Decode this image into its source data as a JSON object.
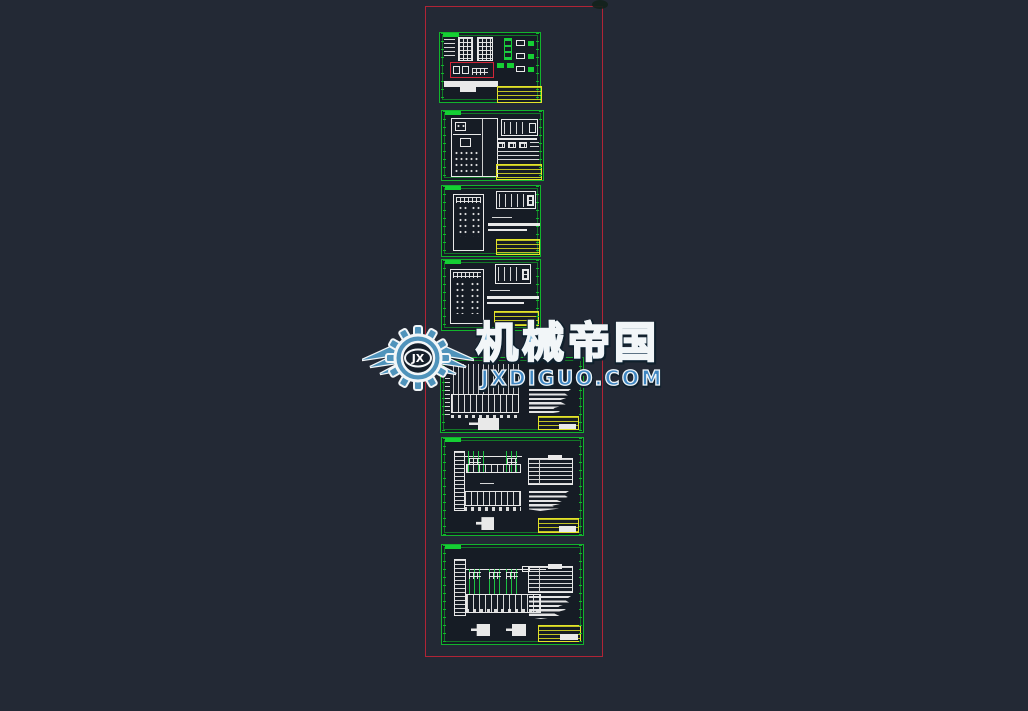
{
  "app": {
    "background_color": "#232935",
    "selection_color": "#b02436",
    "sheet_border_color": "#15cf34",
    "line_color": "#e9e9e9",
    "title_block_color": "#e3e32a",
    "sheet_count": 7
  },
  "watermark": {
    "title": "机械帝国",
    "domain": "JXDIGUO.COM",
    "monogram": "JX",
    "logo": "winged-gear",
    "fill_color": "#4f93bb"
  },
  "sheets": [
    {
      "id": "sheet-1",
      "kind": "electrical-schematic",
      "title_block": "yellow"
    },
    {
      "id": "sheet-2",
      "kind": "cabinet-front-and-plan",
      "title_block": "yellow"
    },
    {
      "id": "sheet-3",
      "kind": "cabinet-terminal-layout",
      "title_block": "yellow"
    },
    {
      "id": "sheet-4",
      "kind": "cabinet-terminal-layout",
      "title_block": "yellow"
    },
    {
      "id": "sheet-5",
      "kind": "wiring-table",
      "title_block": "yellow"
    },
    {
      "id": "sheet-6",
      "kind": "wiring-diagram-with-table",
      "title_block": "yellow"
    },
    {
      "id": "sheet-7",
      "kind": "wiring-diagram-with-table",
      "title_block": "yellow"
    }
  ]
}
